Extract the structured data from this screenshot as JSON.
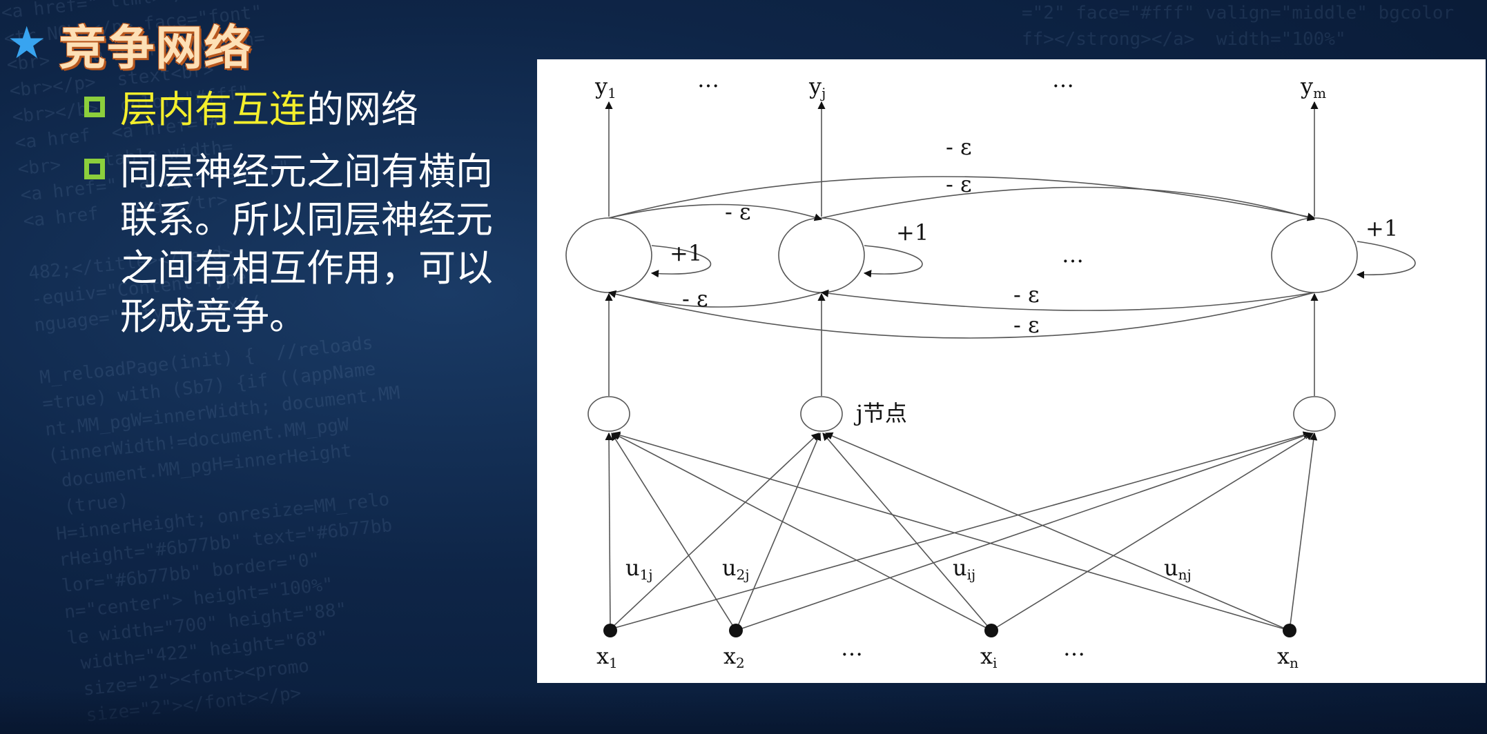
{
  "slide": {
    "title": "竞争网络",
    "title_icon": "star-icon",
    "bullets": [
      {
        "highlight": "层内有互连",
        "rest": "的网络"
      },
      {
        "text": "同层神经元之间有横向联系。所以同层神经元之间有相互作用，可以形成竞争。"
      }
    ],
    "colors": {
      "highlight": "#f3ee2c",
      "title_fill": "#fde0b6",
      "title_outline": "#b8571e",
      "bullet_box": "#8ccf3c",
      "star": "#38a4f0"
    }
  },
  "diagram": {
    "outputs": [
      {
        "label": "y",
        "sub": "1"
      },
      {
        "label": "y",
        "sub": "j"
      },
      {
        "label": "y",
        "sub": "m"
      }
    ],
    "inputs": [
      {
        "label": "x",
        "sub": "1"
      },
      {
        "label": "x",
        "sub": "2"
      },
      {
        "label": "x",
        "sub": "i"
      },
      {
        "label": "x",
        "sub": "n"
      }
    ],
    "weights": [
      {
        "label": "u",
        "sub": "1j"
      },
      {
        "label": "u",
        "sub": "2j"
      },
      {
        "label": "u",
        "sub": "ij"
      },
      {
        "label": "u",
        "sub": "nj"
      }
    ],
    "self_loop_label": "+1",
    "lateral_label": "- ε",
    "node_label": "j节点",
    "ellipsis": "…"
  }
}
